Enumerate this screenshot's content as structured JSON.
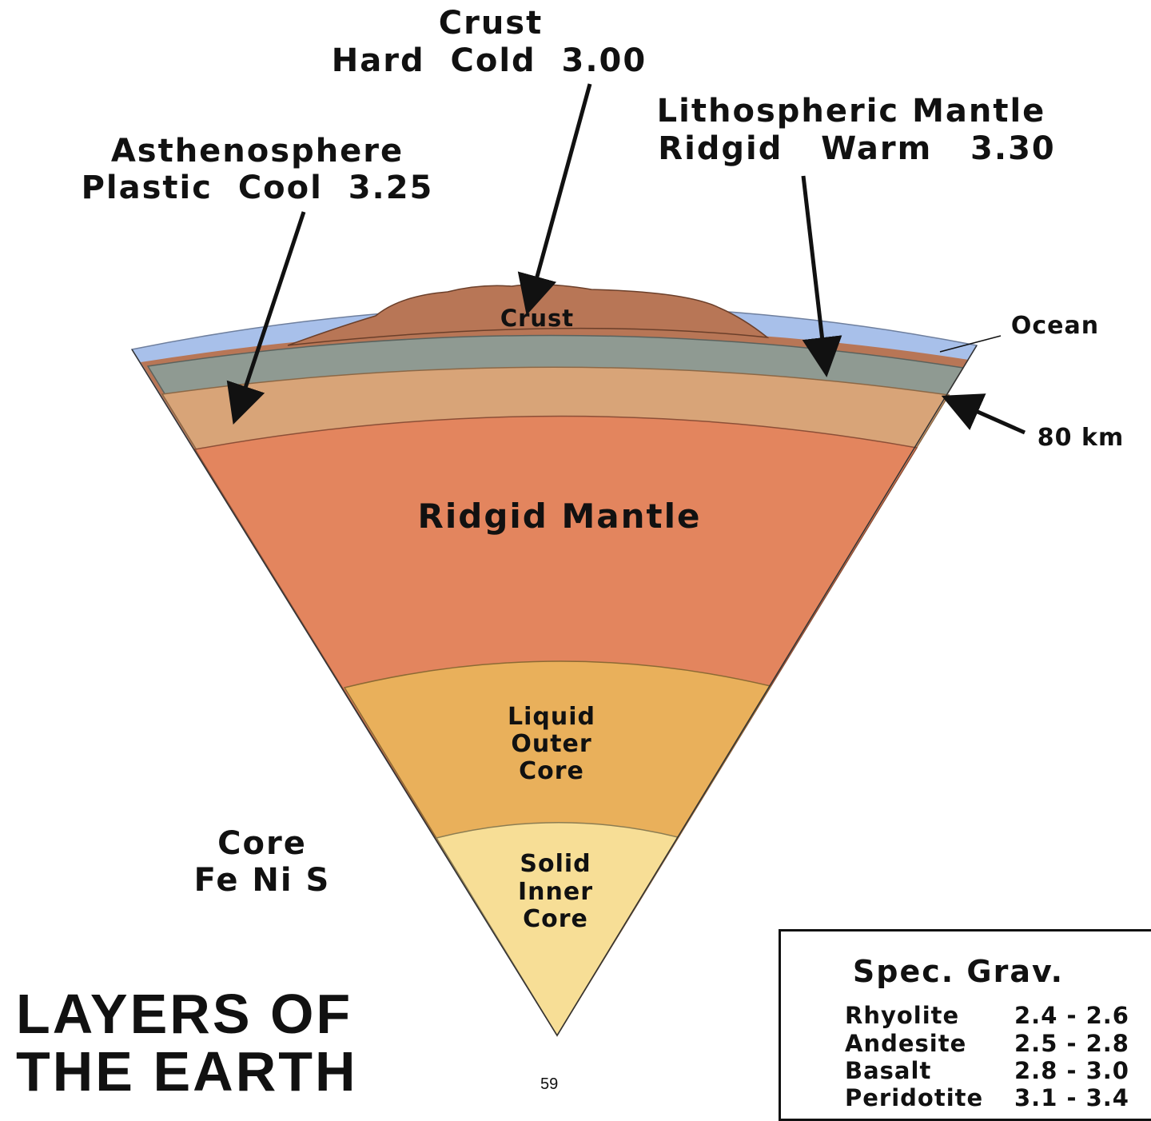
{
  "title": {
    "line1": "LAYERS OF",
    "line2": "THE EARTH"
  },
  "page_number": "59",
  "callouts": {
    "crust": {
      "line1": "Crust",
      "line2": "Hard  Cold  3.00"
    },
    "asthenosphere": {
      "line1": "Asthenosphere",
      "line2": "Plastic  Cool  3.25"
    },
    "lithospheric_mantle": {
      "line1": "Lithospheric Mantle",
      "line2": "Ridgid   Warm   3.30"
    },
    "ocean": "Ocean",
    "depth_80km": "80 km",
    "core_side": {
      "line1": "Core",
      "line2": "Fe Ni S"
    }
  },
  "layers": {
    "crust": {
      "label": "Crust",
      "color": "#b87656"
    },
    "ocean": {
      "color": "#a8c0ea"
    },
    "lithospheric_mantle": {
      "color": "#8f9a92"
    },
    "asthenosphere": {
      "color": "#d8a478"
    },
    "rigid_mantle": {
      "label": "Ridgid Mantle",
      "color": "#e3855e"
    },
    "outer_core": {
      "line1": "Liquid",
      "line2": "Outer",
      "line3": "Core",
      "color": "#e9b05b"
    },
    "inner_core": {
      "line1": "Solid",
      "line2": "Inner",
      "line3": "Core",
      "color": "#f7de96"
    }
  },
  "legend": {
    "title": "Spec. Grav.",
    "rows": [
      {
        "name": "Rhyolite",
        "range": "2.4 - 2.6"
      },
      {
        "name": "Andesite",
        "range": "2.5 - 2.8"
      },
      {
        "name": "Basalt",
        "range": "2.8 - 3.0"
      },
      {
        "name": "Peridotite",
        "range": "3.1 - 3.4"
      }
    ]
  }
}
